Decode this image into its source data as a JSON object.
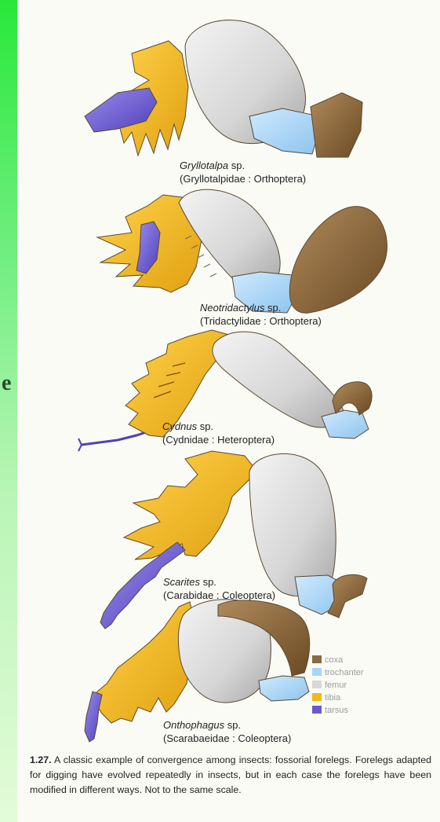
{
  "side_fragment": "e",
  "colors": {
    "coxa": "#8a6a40",
    "trochanter": "#a9d6f5",
    "femur": "#d8d8d8",
    "tibia": "#f2b81c",
    "tarsus": "#6a5acf"
  },
  "species": [
    {
      "genus": "Gryllotalpa",
      "suffix": " sp.",
      "family": "(Gryllotalpidae : Orthoptera)"
    },
    {
      "genus": "Neotridactylus",
      "suffix": " sp.",
      "family": "(Tridactylidae : Orthoptera)"
    },
    {
      "genus": "Cydnus",
      "suffix": " sp.",
      "family": "(Cydnidae : Heteroptera)"
    },
    {
      "genus": "Scarites",
      "suffix": " sp.",
      "family": "(Carabidae : Coleoptera)"
    },
    {
      "genus": "Onthophagus",
      "suffix": " sp.",
      "family": "(Scarabaeidae : Coleoptera)"
    }
  ],
  "legend": [
    {
      "label": "coxa",
      "color": "#8a6a40"
    },
    {
      "label": "trochanter",
      "color": "#a9d6f5"
    },
    {
      "label": "femur",
      "color": "#d8d8d8"
    },
    {
      "label": "tibia",
      "color": "#f2b81c"
    },
    {
      "label": "tarsus",
      "color": "#6a5acf"
    }
  ],
  "caption": {
    "number": "1.27.",
    "text": " A classic example of convergence among insects: fossorial forelegs. Forelegs adapted for digging have evolved repeatedly in insects, but in each case the forelegs have been modified in different ways. Not to the same scale."
  }
}
